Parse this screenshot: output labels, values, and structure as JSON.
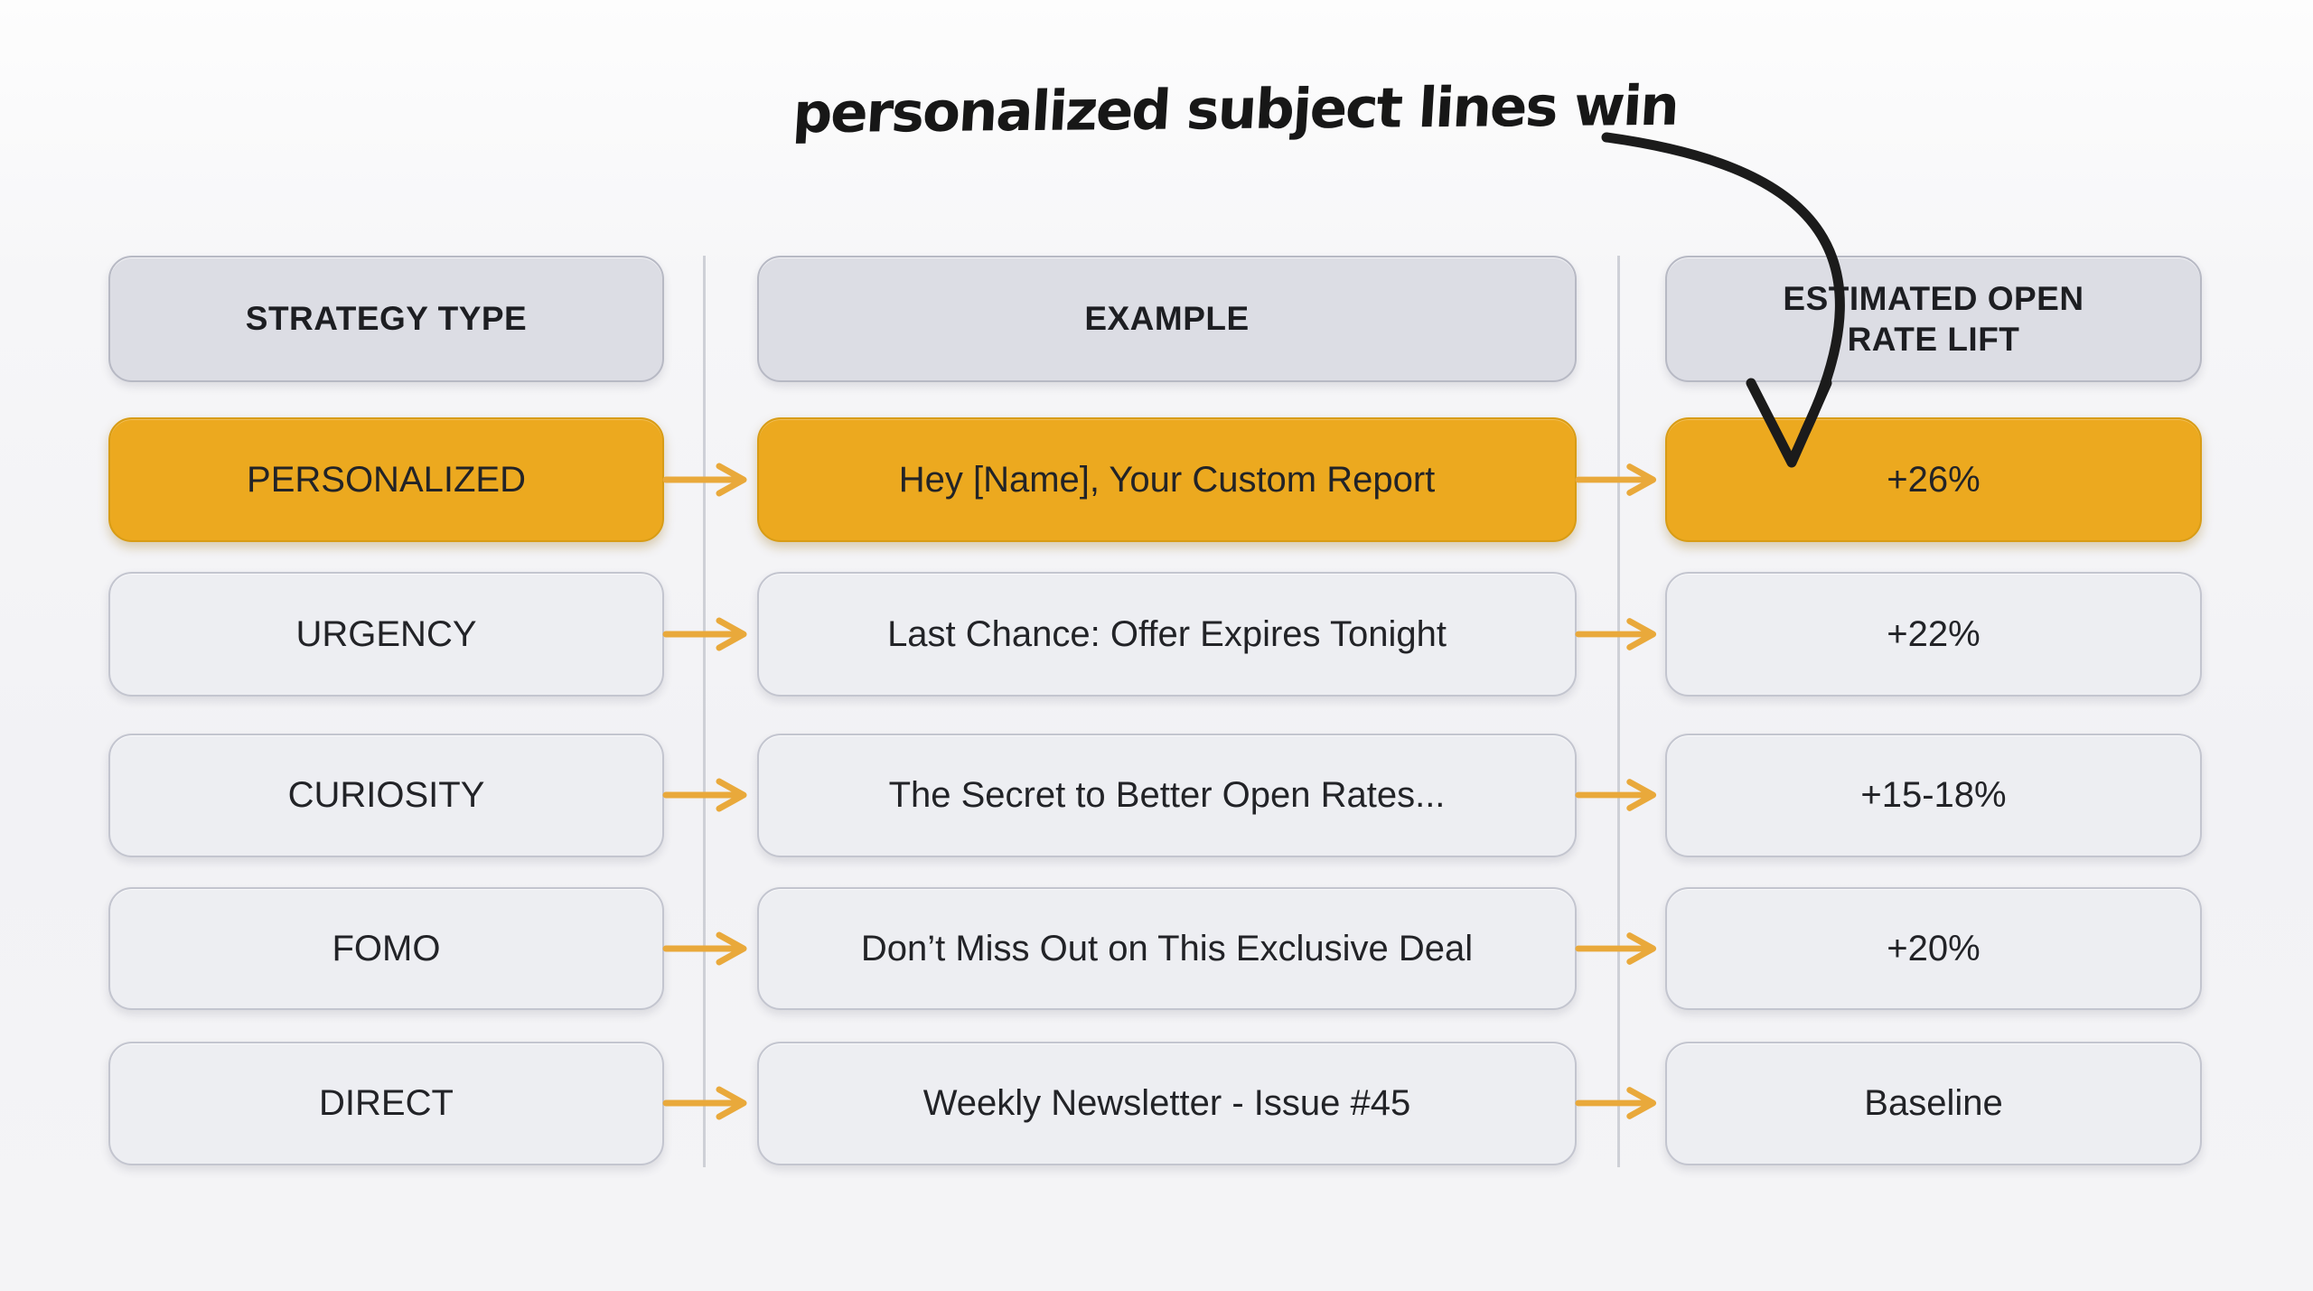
{
  "annotation": {
    "text": "personalized subject lines win",
    "points_to": "+26% cell"
  },
  "table": {
    "headers": [
      "STRATEGY TYPE",
      "EXAMPLE",
      "ESTIMATED OPEN\nRATE LIFT"
    ],
    "rows": [
      {
        "strategy": "PERSONALIZED",
        "example": "Hey [Name], Your Custom Report",
        "lift": "+26%",
        "highlighted": true
      },
      {
        "strategy": "URGENCY",
        "example": "Last Chance: Offer Expires Tonight",
        "lift": "+22%",
        "highlighted": false
      },
      {
        "strategy": "CURIOSITY",
        "example": "The Secret to Better Open Rates...",
        "lift": "+15-18%",
        "highlighted": false
      },
      {
        "strategy": "FOMO",
        "example": "Don’t Miss Out on This Exclusive Deal",
        "lift": "+20%",
        "highlighted": false
      },
      {
        "strategy": "DIRECT",
        "example": "Weekly Newsletter - Issue #45",
        "lift": "Baseline",
        "highlighted": false
      }
    ]
  },
  "colors": {
    "highlight_gold": "#eca91f",
    "gold_border": "#d89c15",
    "flow_arrow_gold": "#e9a93b",
    "cell_bg": "#edeef2",
    "header_bg": "#dcdde4",
    "cell_border": "#c3c5cf",
    "divider_gray": "#caccd3",
    "text_dark": "#222327",
    "annotation_black": "#171717",
    "background": "#f4f4f6"
  }
}
